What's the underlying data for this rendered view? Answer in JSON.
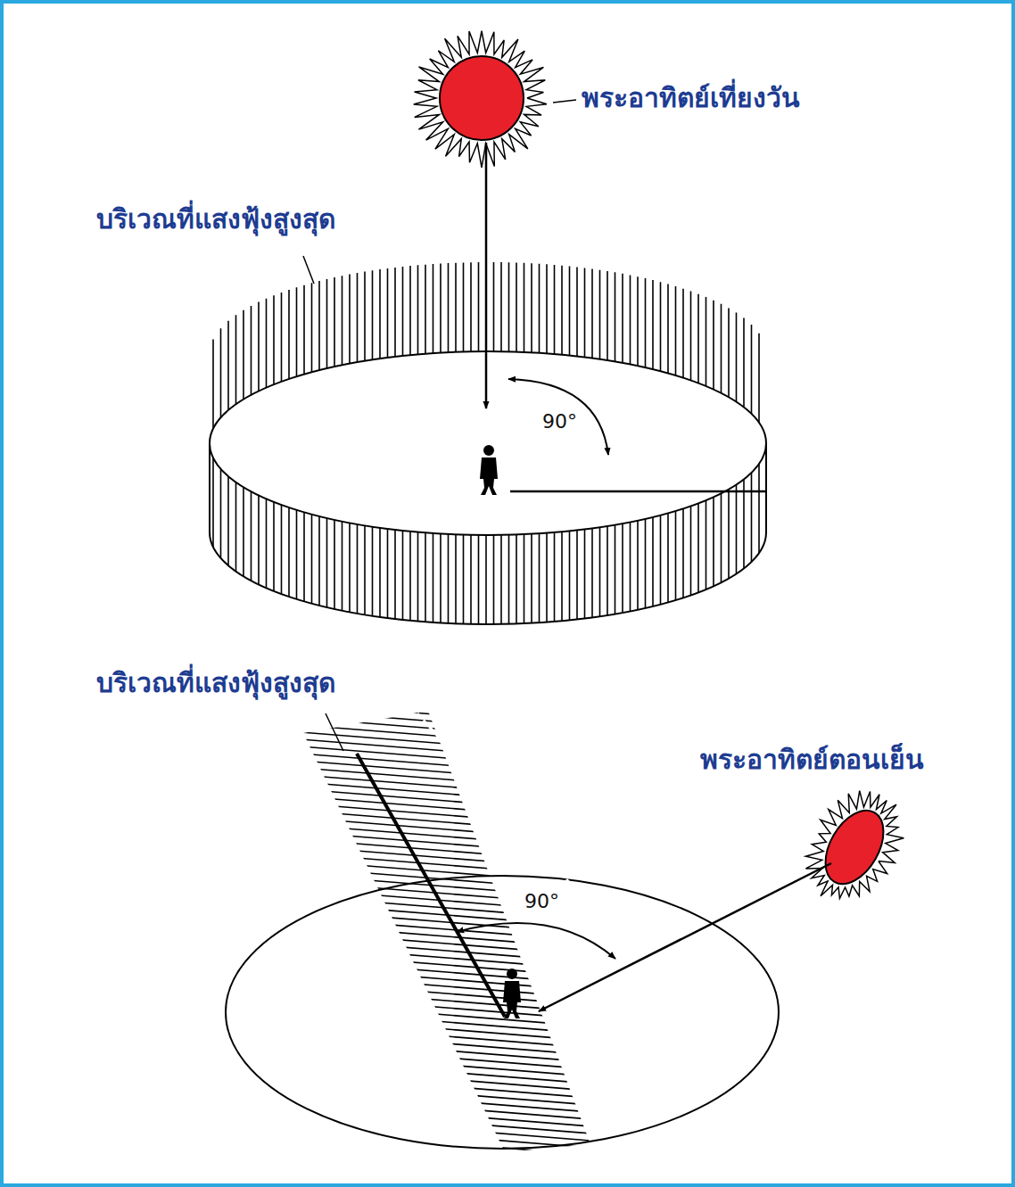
{
  "diagram": {
    "labels": [
      "พระอาทิตย์เที่ยงวัน",
      "บริเวณที่แสงฟุ้งสูงสุด",
      "90°",
      "บริเวณที่แสงฟุ้งสูงสุด",
      "90°",
      "พระอาทิตย์ตอนเย็น"
    ]
  }
}
